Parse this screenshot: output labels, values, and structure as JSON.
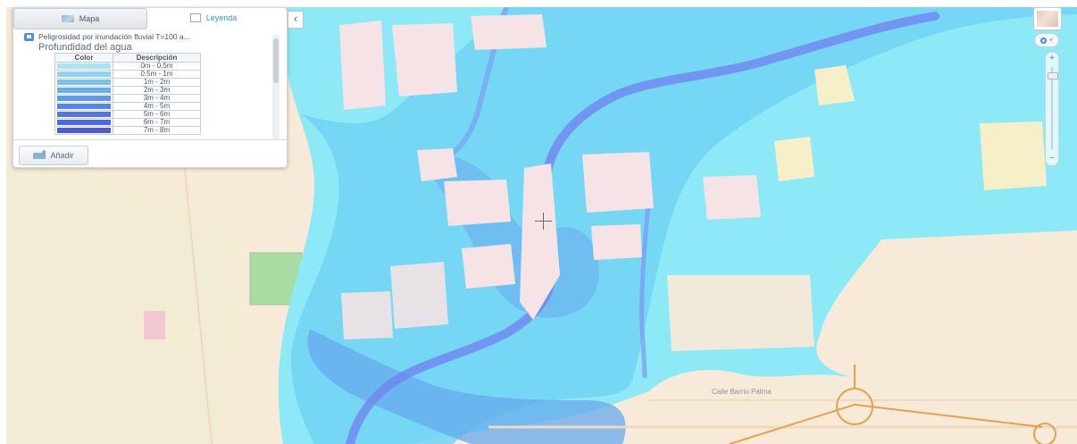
{
  "panel": {
    "tabs": [
      {
        "label": "Mapa",
        "icon": "map-layers-icon"
      },
      {
        "label": "Leyenda",
        "icon": "legend-icon"
      }
    ],
    "layer_title": "Peligrosidad por inundación fluvial T=100 a...",
    "legend_heading": "Profundidad del agua",
    "table_headers": {
      "color": "Color",
      "description": "Descripción"
    },
    "legend_items": [
      {
        "label": "0m - 0.5m",
        "color": "#a9e4f7"
      },
      {
        "label": "0.5m - 1m",
        "color": "#8fd3f6"
      },
      {
        "label": "1m - 2m",
        "color": "#78c2f3"
      },
      {
        "label": "2m - 3m",
        "color": "#66adf0"
      },
      {
        "label": "3m - 4m",
        "color": "#5b99ec"
      },
      {
        "label": "4m - 5m",
        "color": "#5586e8"
      },
      {
        "label": "5m - 6m",
        "color": "#5276e3"
      },
      {
        "label": "6m - 7m",
        "color": "#5067df"
      },
      {
        "label": "7m - 8m",
        "color": "#4d59da"
      }
    ],
    "add_button": "Añadir"
  },
  "controls": {
    "collapse": "‹",
    "zoom_in": "+",
    "zoom_out": "−"
  },
  "map": {
    "street_labels": [
      "Calle Barrio Palma"
    ],
    "colors": {
      "base": "#f7ead9",
      "flood_shallow": "#8ee9f7",
      "flood_medium": "#72d4f5",
      "flood_deep": "#67a9ee",
      "channel": "#6f86f0",
      "building": "#f5e3e6",
      "park": "#a8dca0",
      "road": "#e8a14b"
    }
  }
}
